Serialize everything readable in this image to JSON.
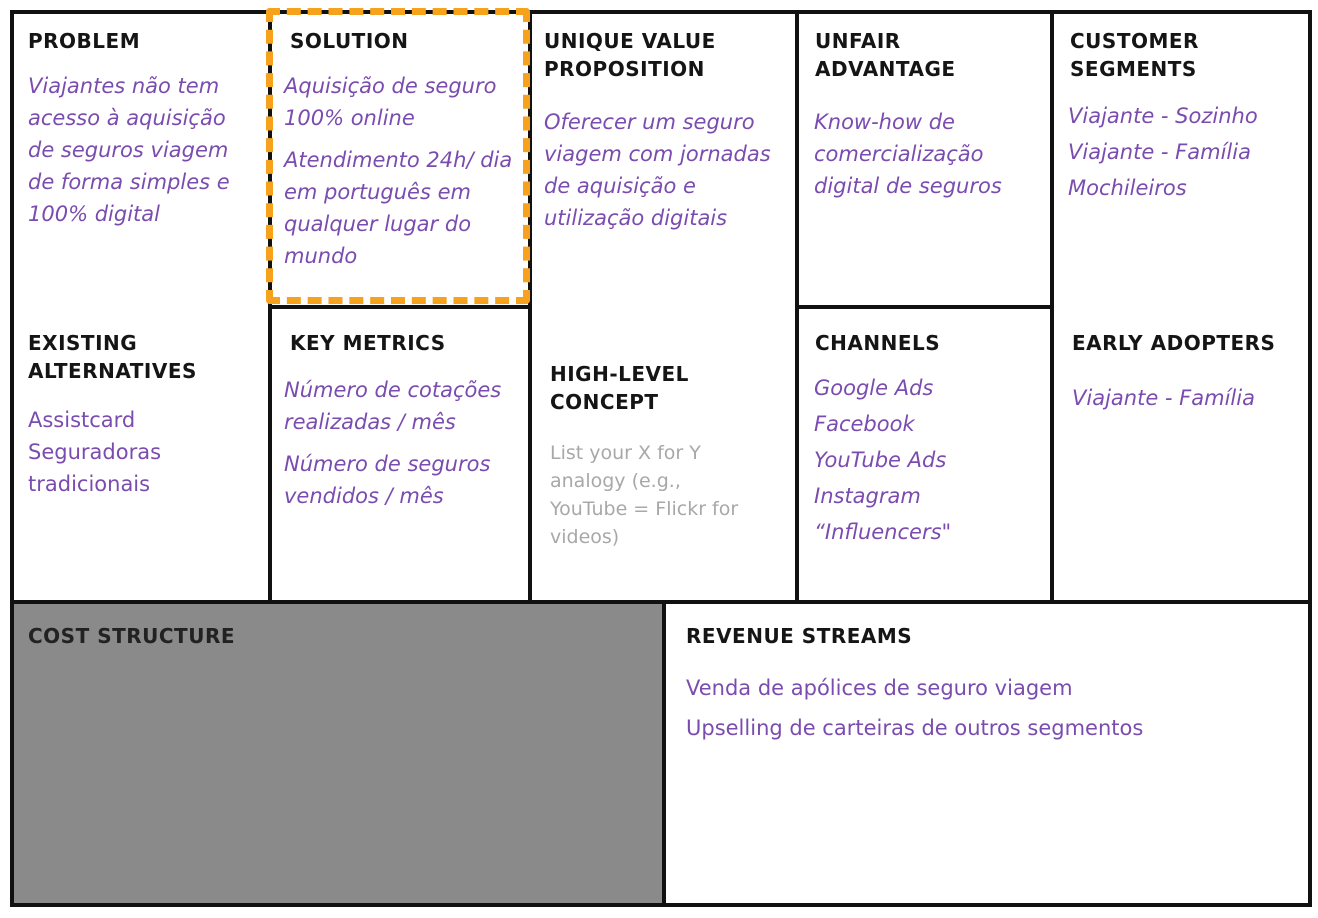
{
  "canvas": {
    "problem": {
      "title": "PROBLEM",
      "items": [
        "Viajantes não tem acesso à aquisição de seguros viagem de forma simples e 100% digital"
      ]
    },
    "existing_alternatives": {
      "title": "EXISTING ALTERNATIVES",
      "items": [
        "Assistcard",
        "Seguradoras tradicionais"
      ]
    },
    "solution": {
      "title": "SOLUTION",
      "items": [
        "Aquisição de seguro 100% online",
        "Atendimento 24h/ dia em português em qualquer lugar do mundo"
      ]
    },
    "key_metrics": {
      "title": "KEY METRICS",
      "items": [
        "Número de cotações realizadas / mês",
        "Número de seguros vendidos / mês"
      ]
    },
    "unique_value_proposition": {
      "title": "UNIQUE VALUE PROPOSITION",
      "items": [
        "Oferecer um seguro viagem com jornadas de aquisição e utilização digitais"
      ]
    },
    "high_level_concept": {
      "title": "HIGH-LEVEL CONCEPT",
      "hint": "List your X for Y analogy (e.g., YouTube = Flickr for videos)"
    },
    "unfair_advantage": {
      "title": "UNFAIR ADVANTAGE",
      "items": [
        "Know-how de comercialização digital de seguros"
      ]
    },
    "channels": {
      "title": "CHANNELS",
      "items": [
        "Google Ads",
        "Facebook",
        "YouTube Ads",
        "Instagram",
        "“Influencers\""
      ]
    },
    "customer_segments": {
      "title": "CUSTOMER SEGMENTS",
      "items": [
        "Viajante - Sozinho",
        "Viajante - Família",
        "Mochileiros"
      ]
    },
    "early_adopters": {
      "title": "EARLY ADOPTERS",
      "items": [
        "Viajante - Família"
      ]
    },
    "cost_structure": {
      "title": "COST STRUCTURE"
    },
    "revenue_streams": {
      "title": "REVENUE STREAMS",
      "items": [
        "Venda de apólices de seguro viagem",
        "Upselling de carteiras de outros segmentos"
      ]
    }
  },
  "colors": {
    "text": "#7a4caf",
    "highlight": "#f7a21c",
    "cost_bg": "#8a8a8a"
  }
}
